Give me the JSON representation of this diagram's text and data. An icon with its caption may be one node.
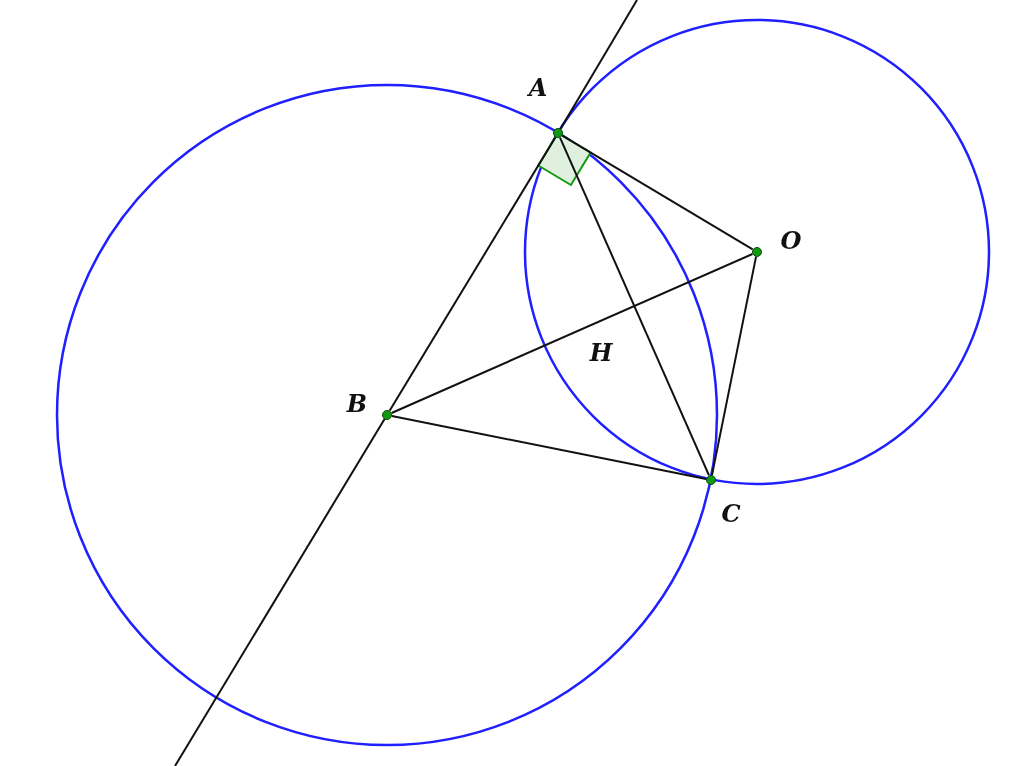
{
  "diagram": {
    "nodes": [
      {
        "text": [
          "A"
        ]
      },
      {
        "text": [
          "B"
        ]
      },
      {
        "text": [
          "C"
        ]
      },
      {
        "text": [
          "O"
        ]
      }
    ],
    "edges": [
      {
        "from": 0,
        "to": 1,
        "arrow": "none"
      },
      {
        "from": 0,
        "to": 3,
        "arrow": "none"
      },
      {
        "from": 0,
        "to": 2,
        "arrow": "none"
      },
      {
        "from": 1,
        "to": 3,
        "arrow": "none"
      },
      {
        "from": 1,
        "to": 2,
        "arrow": "none"
      },
      {
        "from": 3,
        "to": 2,
        "arrow": "none"
      }
    ],
    "labels": [
      "H"
    ]
  }
}
